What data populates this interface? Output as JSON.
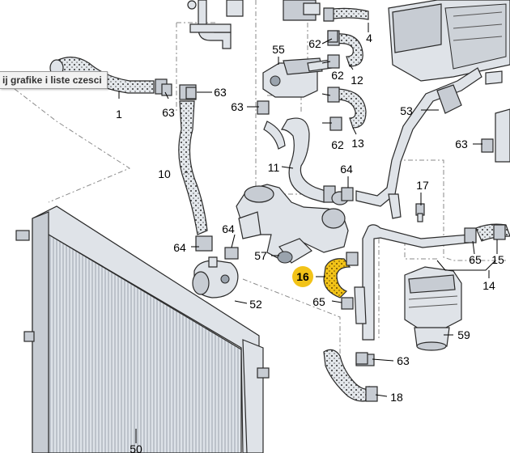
{
  "link_tab": {
    "label": "ij grafike i liste czesci"
  },
  "callouts": {
    "c1": "1",
    "c4": "4",
    "c10": "10",
    "c11": "11",
    "c12": "12",
    "c13": "13",
    "c14": "14",
    "c15": "15",
    "c16": "16",
    "c17": "17",
    "c18": "18",
    "c50": "50",
    "c52": "52",
    "c53": "53",
    "c55": "55",
    "c57": "57",
    "c59": "59",
    "c62a": "62",
    "c62b": "62",
    "c62c": "62",
    "c63a": "63",
    "c63b": "63",
    "c63c": "63",
    "c63d": "63",
    "c63e": "63",
    "c64a": "64",
    "c64b": "64",
    "c64c": "64",
    "c65a": "65",
    "c65b": "65"
  },
  "colors": {
    "highlight": "#f2c318",
    "highlight_badge": "#f2c318",
    "dashed_line": "#8a8a8a"
  }
}
